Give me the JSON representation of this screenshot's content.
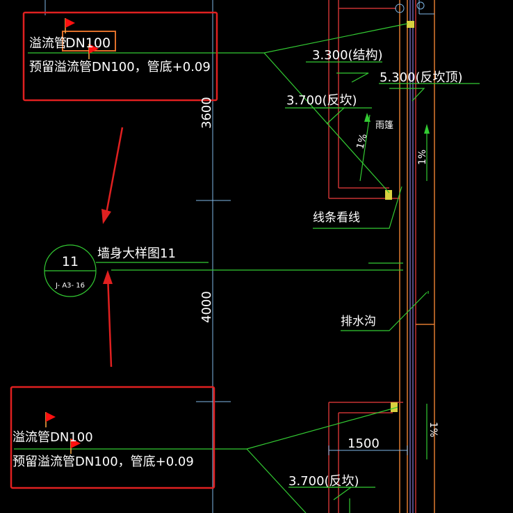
{
  "colors": {
    "background": "#000000",
    "text": "#ffffff",
    "leader": "#33cc33",
    "highlight_box": "#e02020",
    "orange_box": "#e0702a",
    "wall_red": "#c83232",
    "wall_orange": "#e07a30",
    "grid": "#7fb8e8",
    "purple": "#8a7ad8",
    "flag": "#ff1010"
  },
  "top_note": {
    "line1_prefix": "溢流管",
    "line1_spec": "DN100",
    "line2": "预留溢流管DN100，管底+0.09"
  },
  "bottom_note": {
    "line1": "溢流管DN100",
    "line2": "预留溢流管DN100，管底+0.09"
  },
  "dimensions": {
    "upper": "3600",
    "lower": "4000",
    "width": "1500"
  },
  "elevations": {
    "structure": "3.300(结构)",
    "upturn_top": "5.300(反坎顶)",
    "upturn_1": "3.700(反坎)",
    "upturn_2": "3.700(反坎)"
  },
  "labels": {
    "canopy": "雨篷",
    "trim_line": "线条看线",
    "drain_ditch": "排水沟",
    "detail_ref": "墙身大样图11"
  },
  "slopes": {
    "s1": "1%",
    "s2": "1%",
    "s3": "1%"
  },
  "detail_bubble": {
    "number": "11",
    "sheet": "J- A3- 16"
  }
}
